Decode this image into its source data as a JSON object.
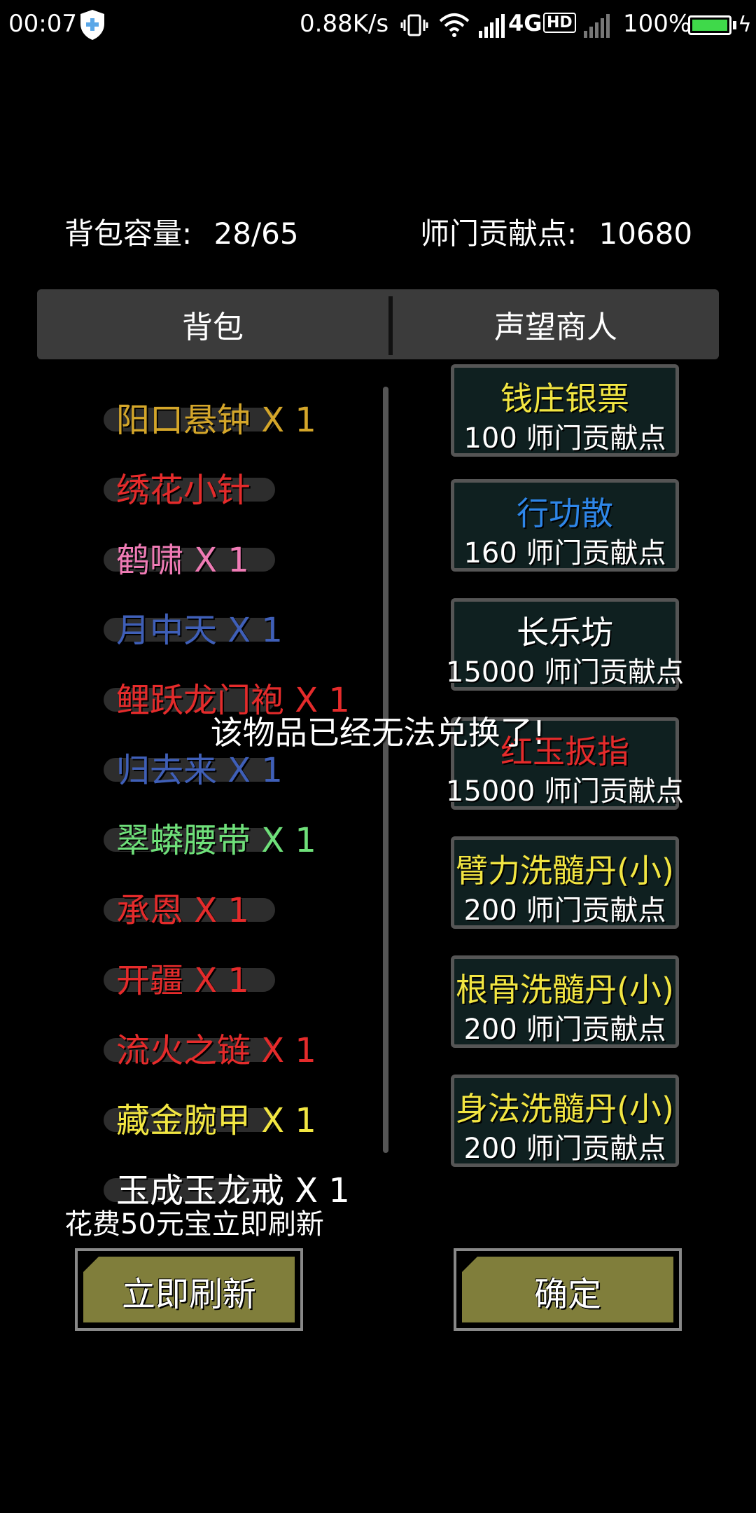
{
  "status_bar": {
    "time": "00:07",
    "net_speed": "0.88K/s",
    "network": "4G",
    "hd": "HD",
    "battery": "100%"
  },
  "header": {
    "bag_capacity_label": "背包容量:",
    "bag_capacity_value": "28/65",
    "contribution_label": "师门贡献点:",
    "contribution_value": "10680"
  },
  "tabs": [
    {
      "label": "背包"
    },
    {
      "label": "声望商人"
    }
  ],
  "inventory": [
    {
      "text": "阳口悬钟 X 1",
      "color": "#d4a62a"
    },
    {
      "text": "绣花小针",
      "color": "#e52b2b"
    },
    {
      "text": "鹤啸 X 1",
      "color": "#ef7bb5"
    },
    {
      "text": "月中天 X 1",
      "color": "#3f5fb8"
    },
    {
      "text": "鲤跃龙门袍 X 1",
      "color": "#e52b2b"
    },
    {
      "text": "归去来 X 1",
      "color": "#3f5fb8"
    },
    {
      "text": "翠蟒腰带 X 1",
      "color": "#6fe07a"
    },
    {
      "text": "承恩 X 1",
      "color": "#e52b2b"
    },
    {
      "text": "开疆 X 1",
      "color": "#e52b2b"
    },
    {
      "text": "流火之链 X 1",
      "color": "#e52b2b"
    },
    {
      "text": "藏金腕甲 X 1",
      "color": "#f2e642"
    },
    {
      "text": "玉成玉龙戒 X 1",
      "color": "#ffffff"
    }
  ],
  "shop": [
    {
      "name": "钱庄银票",
      "price": "100 师门贡献点",
      "color": "#f2e642"
    },
    {
      "name": "行功散",
      "price": "160 师门贡献点",
      "color": "#2e86e8"
    },
    {
      "name": "长乐坊",
      "price": "15000 师门贡献点",
      "color": "#ffffff"
    },
    {
      "name": "红玉扳指",
      "price": "15000 师门贡献点",
      "color": "#e52b2b"
    },
    {
      "name": "臂力洗髓丹(小)",
      "price": "200 师门贡献点",
      "color": "#f2e642"
    },
    {
      "name": "根骨洗髓丹(小)",
      "price": "200 师门贡献点",
      "color": "#f2e642"
    },
    {
      "name": "身法洗髓丹(小)",
      "price": "200 师门贡献点",
      "color": "#f2e642"
    }
  ],
  "toast": "该物品已经无法兑换了!",
  "refresh_note": "花费50元宝立即刷新",
  "buttons": {
    "refresh": "立即刷新",
    "confirm": "确定"
  }
}
